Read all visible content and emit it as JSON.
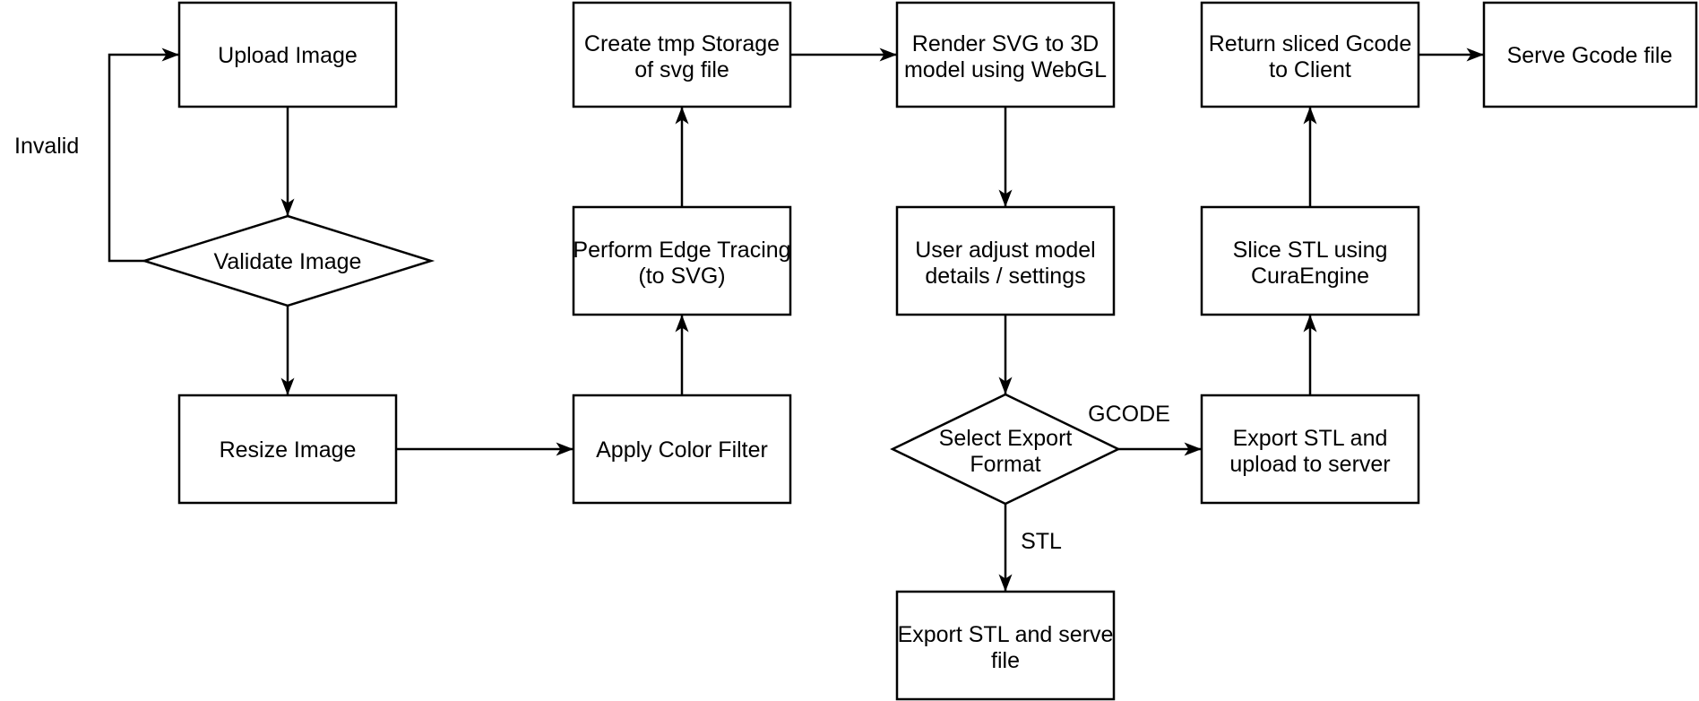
{
  "diagram": {
    "type": "flowchart",
    "background_color": "#ffffff",
    "stroke_color": "#000000",
    "text_color": "#000000",
    "nodes": {
      "upload_image": {
        "shape": "rectangle",
        "lines": [
          "Upload Image"
        ]
      },
      "validate_image": {
        "shape": "diamond",
        "lines": [
          "Validate Image"
        ]
      },
      "resize_image": {
        "shape": "rectangle",
        "lines": [
          "Resize Image"
        ]
      },
      "apply_color_filter": {
        "shape": "rectangle",
        "lines": [
          "Apply Color Filter"
        ]
      },
      "perform_edge_tracing": {
        "shape": "rectangle",
        "lines": [
          "Perform Edge Tracing",
          "(to SVG)"
        ]
      },
      "create_tmp_storage": {
        "shape": "rectangle",
        "lines": [
          "Create tmp Storage",
          "of svg file"
        ]
      },
      "render_svg": {
        "shape": "rectangle",
        "lines": [
          "Render SVG to 3D",
          "model using WebGL"
        ]
      },
      "user_adjust": {
        "shape": "rectangle",
        "lines": [
          "User adjust model",
          "details / settings"
        ]
      },
      "select_export_format": {
        "shape": "diamond",
        "lines": [
          "Select Export",
          "Format"
        ]
      },
      "export_stl_upload": {
        "shape": "rectangle",
        "lines": [
          "Export STL and",
          "upload to server"
        ]
      },
      "export_stl_serve": {
        "shape": "rectangle",
        "lines": [
          "Export STL and serve",
          "file"
        ]
      },
      "slice_stl": {
        "shape": "rectangle",
        "lines": [
          "Slice STL using",
          "CuraEngine"
        ]
      },
      "return_gcode": {
        "shape": "rectangle",
        "lines": [
          "Return sliced Gcode",
          "to Client"
        ]
      },
      "serve_gcode": {
        "shape": "rectangle",
        "lines": [
          "Serve Gcode file"
        ]
      }
    },
    "edge_labels": {
      "invalid": "Invalid",
      "gcode": "GCODE",
      "stl": "STL"
    },
    "edges": [
      {
        "from": "upload_image",
        "to": "validate_image"
      },
      {
        "from": "validate_image",
        "to": "resize_image"
      },
      {
        "from": "validate_image",
        "to": "upload_image",
        "label": "Invalid"
      },
      {
        "from": "resize_image",
        "to": "apply_color_filter"
      },
      {
        "from": "apply_color_filter",
        "to": "perform_edge_tracing"
      },
      {
        "from": "perform_edge_tracing",
        "to": "create_tmp_storage"
      },
      {
        "from": "create_tmp_storage",
        "to": "render_svg"
      },
      {
        "from": "render_svg",
        "to": "user_adjust"
      },
      {
        "from": "user_adjust",
        "to": "select_export_format"
      },
      {
        "from": "select_export_format",
        "to": "export_stl_upload",
        "label": "GCODE"
      },
      {
        "from": "select_export_format",
        "to": "export_stl_serve",
        "label": "STL"
      },
      {
        "from": "export_stl_upload",
        "to": "slice_stl"
      },
      {
        "from": "slice_stl",
        "to": "return_gcode"
      },
      {
        "from": "return_gcode",
        "to": "serve_gcode"
      }
    ]
  }
}
